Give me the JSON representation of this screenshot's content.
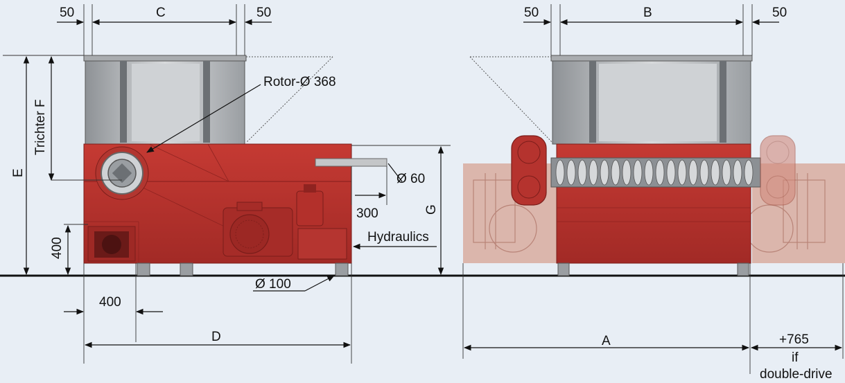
{
  "labels": {
    "front_left_50": "50",
    "front_c": "C",
    "front_right_50": "50",
    "side_left_50": "50",
    "side_b": "B",
    "side_right_50": "50",
    "rotor": "Rotor-Ø 368",
    "trichter": "Trichter F",
    "e": "E",
    "g": "G",
    "d60": "Ø 60",
    "dim300": "300",
    "hydraulics": "Hydraulics",
    "dim400_vert": "400",
    "d100": "Ø 100",
    "dim400_horiz": "400",
    "d": "D",
    "a": "A",
    "plus765": "+765",
    "if": "if",
    "double_drive": "double-drive"
  },
  "colors": {
    "background": "#e8eef5",
    "machine_red": "#b8322d",
    "machine_dark_red": "#8f2320",
    "hopper_grey": "#b9bcbf",
    "ghost_drive": "#d9a79a"
  }
}
